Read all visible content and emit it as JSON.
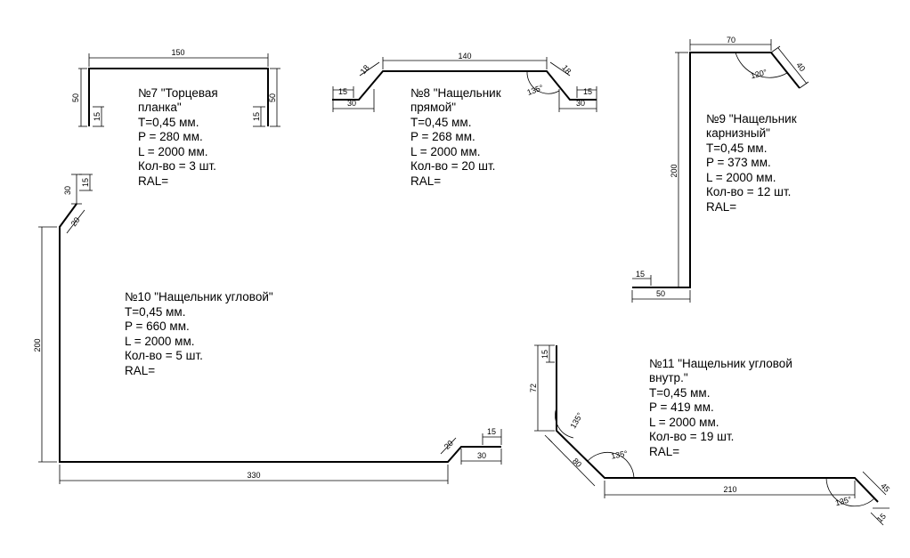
{
  "parts": [
    {
      "id": "p7",
      "title": "№7 \"Торцевая",
      "title2": "планка\"",
      "t": "T=0,45 мм.",
      "p": "P = 280 мм.",
      "l": "L = 2000 мм.",
      "qty": "Кол-во = 3 шт.",
      "ral": "RAL=",
      "dims": [
        "150",
        "50",
        "15",
        "50",
        "15"
      ]
    },
    {
      "id": "p8",
      "title": "№8 \"Нащельник",
      "title2": "прямой\"",
      "t": "T=0,45 мм.",
      "p": "P = 268 мм.",
      "l": "L = 2000 мм.",
      "qty": "Кол-во = 20 шт.",
      "ral": "RAL=",
      "dims": [
        "140",
        "18",
        "18",
        "15",
        "30",
        "15",
        "30",
        "135°"
      ]
    },
    {
      "id": "p9",
      "title": "№9 \"Нащельник",
      "title2": "карнизный\"",
      "t": "T=0,45 мм.",
      "p": "P = 373 мм.",
      "l": "L = 2000 мм.",
      "qty": "Кол-во = 12 шт.",
      "ral": "RAL=",
      "dims": [
        "70",
        "40",
        "120°",
        "200",
        "15",
        "50"
      ]
    },
    {
      "id": "p10",
      "title": "№10 \"Нащельник угловой\"",
      "t": "T=0,45 мм.",
      "p": "P = 660 мм.",
      "l": "L = 2000 мм.",
      "qty": "Кол-во = 5 шт.",
      "ral": "RAL=",
      "dims": [
        "30",
        "15",
        "20",
        "200",
        "330",
        "20",
        "15",
        "30"
      ]
    },
    {
      "id": "p11",
      "title": "№11 \"Нащельник угловой",
      "title2": "внутр.\"",
      "t": "T=0,45 мм.",
      "p": "P = 419 мм.",
      "l": "L = 2000 мм.",
      "qty": "Кол-во = 19 шт.",
      "ral": "RAL=",
      "dims": [
        "15",
        "72",
        "135°",
        "135°",
        "80",
        "210",
        "135°",
        "45",
        "15"
      ]
    }
  ]
}
